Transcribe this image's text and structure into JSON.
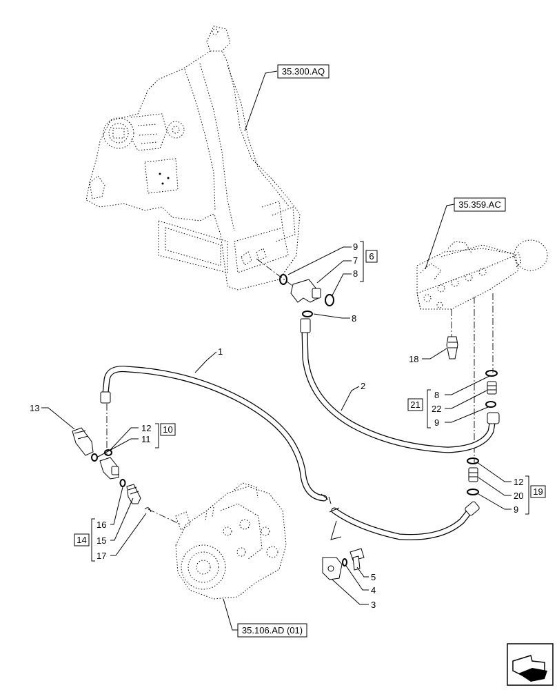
{
  "references": {
    "frame": "35.300.AQ",
    "valve": "35.359.AC",
    "pump": "35.106.AD (01)"
  },
  "callouts": {
    "c1": "1",
    "c2": "2",
    "c3": "3",
    "c4": "4",
    "c5": "5",
    "c6": "6",
    "c7": "7",
    "c8a": "8",
    "c8b": "8",
    "c8c": "8",
    "c9a": "9",
    "c9b": "9",
    "c9c": "9",
    "c10": "10",
    "c11": "11",
    "c12a": "12",
    "c12b": "12",
    "c13": "13",
    "c14": "14",
    "c15": "15",
    "c16": "16",
    "c17": "17",
    "c18": "18",
    "c19": "19",
    "c20": "20",
    "c21": "21",
    "c22": "22"
  },
  "icons": {
    "nav": "arrow-navigation-icon"
  }
}
